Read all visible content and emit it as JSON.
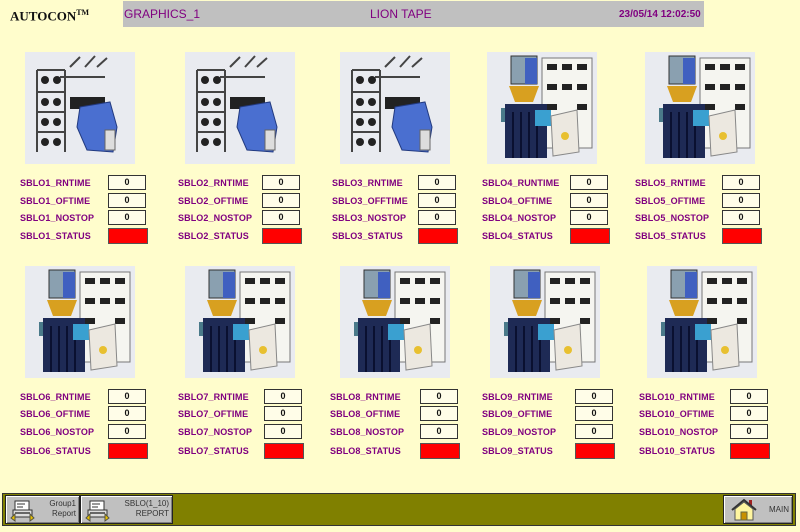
{
  "header": {
    "brand": "AUTOCON",
    "brand_mark": "TM",
    "screen_name": "GRAPHICS_1",
    "title": "LION TAPE",
    "datetime": "23/05/14 12:02:50"
  },
  "colors": {
    "background": "#fffdcc",
    "header_bg": "#c0c0c0",
    "label_text": "#800080",
    "status_off": "#ff0000",
    "footer_bg": "#808000"
  },
  "machines": [
    {
      "id": "SBLO1",
      "image": "loom-type-a",
      "runtime_label": "SBLO1_RNTIME",
      "runtime": "0",
      "offtime_label": "SBLO1_OFTIME",
      "offtime": "0",
      "nostop_label": "SBLO1_NOSTOP",
      "nostop": "0",
      "status_label": "SBLO1_STATUS",
      "status": "off"
    },
    {
      "id": "SBLO2",
      "image": "loom-type-a",
      "runtime_label": "SBLO2_RNTIME",
      "runtime": "0",
      "offtime_label": "SBLO2_OFTIME",
      "offtime": "0",
      "nostop_label": "SBLO2_NOSTOP",
      "nostop": "0",
      "status_label": "SBLO2_STATUS",
      "status": "off"
    },
    {
      "id": "SBLO3",
      "image": "loom-type-a",
      "runtime_label": "SBLO3_RNTIME",
      "runtime": "0",
      "offtime_label": "SBLO3_OFFTIME",
      "offtime": "0",
      "nostop_label": "SBLO3_NOSTOP",
      "nostop": "0",
      "status_label": "SBLO3_STATUS",
      "status": "off"
    },
    {
      "id": "SBLO4",
      "image": "loom-type-b",
      "runtime_label": "SBLO4_RUNTIME",
      "runtime": "0",
      "offtime_label": "SBLO4_OFTIME",
      "offtime": "0",
      "nostop_label": "SBLO4_NOSTOP",
      "nostop": "0",
      "status_label": "SBLO4_STATUS",
      "status": "off"
    },
    {
      "id": "SBLO5",
      "image": "loom-type-b",
      "runtime_label": "SBLO5_RNTIME",
      "runtime": "0",
      "offtime_label": "SBLO5_OFTIME",
      "offtime": "0",
      "nostop_label": "SBLO5_NOSTOP",
      "nostop": "0",
      "status_label": "SBLO5_STATUS",
      "status": "off"
    },
    {
      "id": "SBLO6",
      "image": "loom-type-b",
      "runtime_label": "SBLO6_RNTIME",
      "runtime": "0",
      "offtime_label": "SBLO6_OFTIME",
      "offtime": "0",
      "nostop_label": "SBLO6_NOSTOP",
      "nostop": "0",
      "status_label": "SBLO6_STATUS",
      "status": "off"
    },
    {
      "id": "SBLO7",
      "image": "loom-type-b",
      "runtime_label": "SBLO7_RNTIME",
      "runtime": "0",
      "offtime_label": "SBLO7_OFTIME",
      "offtime": "0",
      "nostop_label": "SBLO7_NOSTOP",
      "nostop": "0",
      "status_label": "SBLO7_STATUS",
      "status": "off"
    },
    {
      "id": "SBLO8",
      "image": "loom-type-b",
      "runtime_label": "SBLO8_RNTIME",
      "runtime": "0",
      "offtime_label": "SBLO8_OFTIME",
      "offtime": "0",
      "nostop_label": "SBLO8_NOSTOP",
      "nostop": "0",
      "status_label": "SBLO8_STATUS",
      "status": "off"
    },
    {
      "id": "SBLO9",
      "image": "loom-type-b",
      "runtime_label": "SBLO9_RNTIME",
      "runtime": "0",
      "offtime_label": "SBLO9_OFTIME",
      "offtime": "0",
      "nostop_label": "SBLO9_NOSTOP",
      "nostop": "0",
      "status_label": "SBLO9_STATUS",
      "status": "off"
    },
    {
      "id": "SBLO10",
      "image": "loom-type-b",
      "runtime_label": "SBLO10_RNTIME",
      "runtime": "0",
      "offtime_label": "SBLO10_OFTIME",
      "offtime": "0",
      "nostop_label": "SBLO10_NOSTOP",
      "nostop": "0",
      "status_label": "SBLO10_STATUS",
      "status": "off"
    }
  ],
  "footer": {
    "group_report": {
      "line1": "Group1",
      "line2": "Report",
      "icon": "printer-icon"
    },
    "sblo_report": {
      "line1": "SBLO(1_10)",
      "line2": "REPORT",
      "icon": "printer-icon"
    },
    "main": {
      "label": "MAIN",
      "icon": "home-icon"
    }
  }
}
